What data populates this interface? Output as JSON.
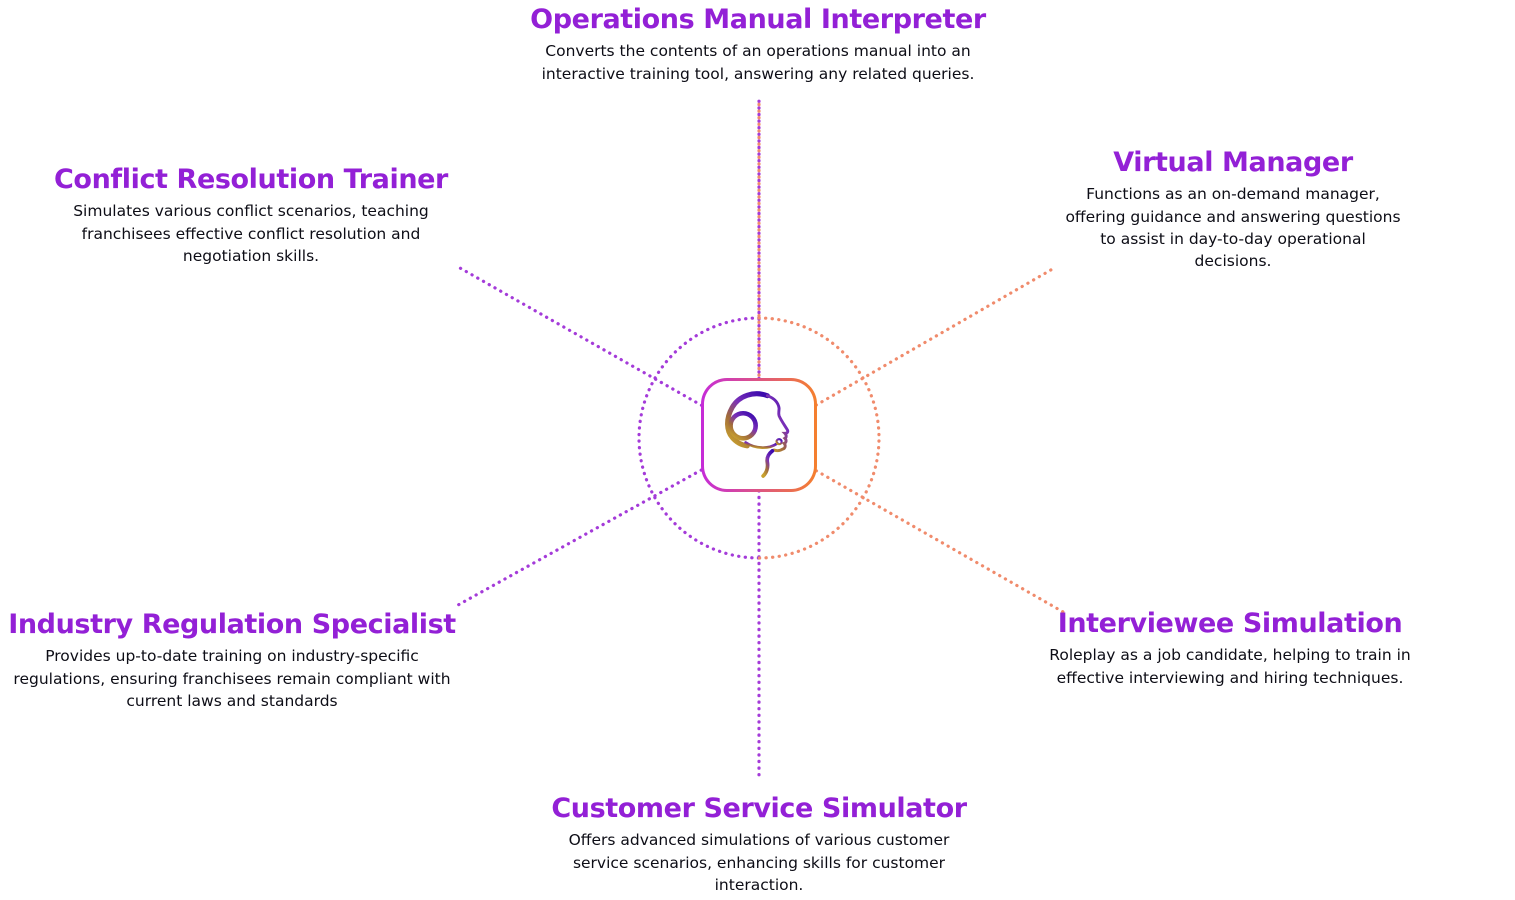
{
  "diagram": {
    "type": "radial-hub-spoke",
    "hub_icon": "headset-profile-icon",
    "node_count": 6
  },
  "colors": {
    "background": "#ffffff",
    "heading_purple": "#9320D6",
    "body_text": "#0D0D16",
    "line_purple": "#A43BD9",
    "line_salmon": "#F08B6C",
    "hub_border_left": "#C52BD9",
    "hub_border_right": "#F5802D",
    "icon_gradient_top": "#3D0BAE",
    "icon_gradient_bottom": "#C9A22E"
  },
  "nodes": [
    {
      "id": "operations-manual-interpreter",
      "position": "top",
      "connector_color": "#F08B6C",
      "title": "Operations Manual Interpreter",
      "description": "Converts the contents of an operations manual into an interactive training tool, answering any related queries."
    },
    {
      "id": "conflict-resolution-trainer",
      "position": "upper-left",
      "connector_color": "#A43BD9",
      "title": "Conflict Resolution Trainer",
      "description": "Simulates various conflict scenarios, teaching franchisees effective conflict resolution and negotiation skills."
    },
    {
      "id": "virtual-manager",
      "position": "upper-right",
      "connector_color": "#F08B6C",
      "title": "Virtual Manager",
      "description": "Functions as an on-demand manager, offering guidance and answering questions to assist in day-to-day operational decisions."
    },
    {
      "id": "industry-regulation-specialist",
      "position": "lower-left",
      "connector_color": "#A43BD9",
      "title": "Industry Regulation Specialist",
      "description": "Provides up-to-date training on industry-specific regulations, ensuring franchisees remain compliant with current laws and standards"
    },
    {
      "id": "interviewee-simulation",
      "position": "lower-right",
      "connector_color": "#F08B6C",
      "title": "Interviewee Simulation",
      "description": "Roleplay as a job candidate, helping to train in effective interviewing and hiring techniques."
    },
    {
      "id": "customer-service-simulator",
      "position": "bottom",
      "connector_color": "#A43BD9",
      "title": "Customer Service Simulator",
      "description": "Offers advanced simulations of various customer service scenarios, enhancing skills for customer interaction."
    }
  ]
}
